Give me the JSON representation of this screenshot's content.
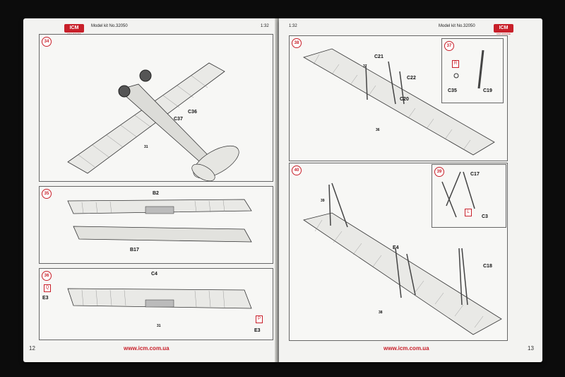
{
  "left_page": {
    "brand": "ICM",
    "brand_sub": "ICM UKRAINE",
    "model_kit": "Model kit No.32050",
    "scale": "1:32",
    "page_number": "12",
    "url": "www.icm.com.ua",
    "steps": [
      {
        "number": "34",
        "labels": [
          "C36",
          "C37",
          "31"
        ]
      },
      {
        "number": "35",
        "labels": [
          "B2",
          "B17"
        ]
      },
      {
        "number": "36",
        "labels": [
          "C4",
          "E3",
          "E3",
          "31"
        ],
        "boxes": [
          "Q",
          "P"
        ]
      }
    ]
  },
  "right_page": {
    "brand": "ICM",
    "brand_sub": "ICM UKRAINE",
    "model_kit": "Model kit No.32050",
    "scale": "1:32",
    "page_number": "13",
    "url": "www.icm.com.ua",
    "steps": [
      {
        "number": "38",
        "labels": [
          "C21",
          "C22",
          "C20",
          "37",
          "36"
        ]
      },
      {
        "number": "37",
        "labels": [
          "C35",
          "C19"
        ],
        "boxes": [
          "R"
        ]
      },
      {
        "number": "40",
        "labels": [
          "E4",
          "C18",
          "39",
          "38"
        ]
      },
      {
        "number": "39",
        "labels": [
          "C17",
          "C3"
        ],
        "boxes": [
          "L"
        ]
      }
    ]
  }
}
